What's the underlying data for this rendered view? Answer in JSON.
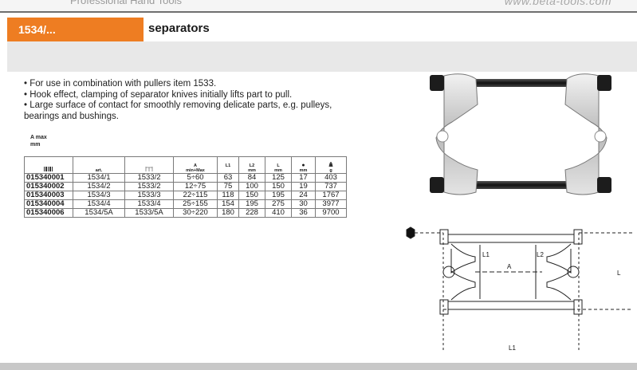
{
  "header": {
    "top_left": "Professional Hand Tools",
    "top_right": "www.beta-tools.com",
    "code": "1534/...",
    "title": "separators"
  },
  "bullets": [
    "• For use in combination with pullers item 1533.",
    "• Hook effect, clamping of separator knives initially lifts part to pull.",
    "• Large surface of contact for smoothly removing delicate parts, e.g. pulleys,",
    "bearings and bushings."
  ],
  "amax": {
    "line1": "A max",
    "line2": "mm"
  },
  "table": {
    "headers": [
      {
        "top": "",
        "bottom": ""
      },
      {
        "top": "",
        "bottom": "art."
      },
      {
        "top": "",
        "bottom": ""
      },
      {
        "top": "A",
        "bottom": "min+Max"
      },
      {
        "top": "L1",
        "bottom": ""
      },
      {
        "top": "L2",
        "bottom": "mm"
      },
      {
        "top": "L",
        "bottom": "mm"
      },
      {
        "top": "●",
        "bottom": "mm"
      },
      {
        "top": "",
        "bottom": "g"
      }
    ],
    "rows": [
      [
        "015340001",
        "1534/1",
        "1533/2",
        "5÷60",
        "63",
        "84",
        "125",
        "17",
        "403"
      ],
      [
        "015340002",
        "1534/2",
        "1533/2",
        "12÷75",
        "75",
        "100",
        "150",
        "19",
        "737"
      ],
      [
        "015340003",
        "1534/3",
        "1533/3",
        "22÷115",
        "118",
        "150",
        "195",
        "24",
        "1767"
      ],
      [
        "015340004",
        "1534/4",
        "1533/4",
        "25÷155",
        "154",
        "195",
        "275",
        "30",
        "3977"
      ],
      [
        "015340006",
        "1534/5A",
        "1533/5A",
        "30÷220",
        "180",
        "228",
        "410",
        "36",
        "9700"
      ]
    ]
  },
  "drawing_labels": {
    "L1_top": "L1",
    "L2": "L2",
    "A": "A",
    "L": "L",
    "L1_bottom": "L1"
  },
  "colors": {
    "accent": "#ee7d22",
    "band": "#e8e8e8"
  },
  "icons": [
    "bar-code-icon",
    "puller-icon",
    "hex-nut-icon",
    "weight-icon"
  ]
}
